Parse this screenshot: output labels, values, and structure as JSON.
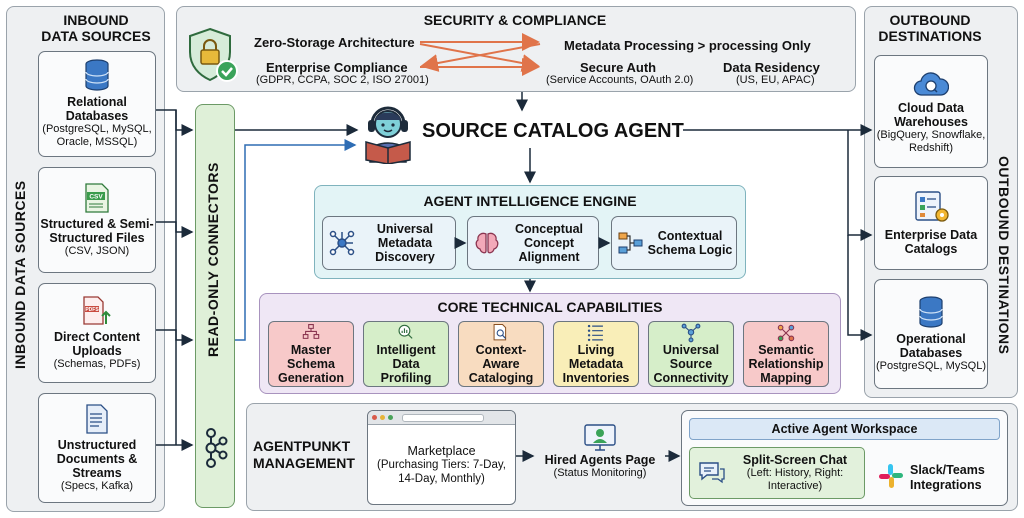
{
  "inbound": {
    "title": "INBOUND\nDATA SOURCES",
    "side_label": "INBOUND DATA SOURCES",
    "sources": [
      {
        "title": "Relational Databases",
        "detail": "(PostgreSQL, MySQL, Oracle, MSSQL)",
        "icon": "database-icon"
      },
      {
        "title": "Structured & Semi-Structured Files",
        "detail": "(CSV, JSON)",
        "icon": "csv-file-icon",
        "badge": "CSV"
      },
      {
        "title": "Direct Content Uploads",
        "detail": "(Schemas, PDFs)",
        "icon": "pdf-upload-icon",
        "badge": "PDFS"
      },
      {
        "title": "Unstructured Documents & Streams",
        "detail": "(Specs, Kafka)",
        "icon": "document-icon"
      }
    ]
  },
  "connectors": {
    "label": "READ-ONLY CONNECTORS",
    "icon": "kafka-icon"
  },
  "security": {
    "title": "SECURITY & COMPLIANCE",
    "icon": "shield-lock-icon",
    "items": {
      "zero_storage": "Zero-Storage Architecture",
      "enterprise_compliance": "Enterprise Compliance",
      "compliance_detail": "(GDPR, CCPA, SOC 2, ISO 27001)",
      "metadata_processing": "Metadata Processing > processing  Only",
      "secure_auth": "Secure Auth",
      "secure_auth_detail": "(Service Accounts, OAuth 2.0)",
      "data_residency": "Data Residency",
      "data_residency_detail": "(US, EU, APAC)"
    }
  },
  "agent": {
    "title": "SOURCE CATALOG AGENT",
    "icon": "agent-reading-icon"
  },
  "intelligence": {
    "title": "AGENT INTELLIGENCE ENGINE",
    "steps": [
      {
        "label": "Universal Metadata Discovery",
        "icon": "network-icon"
      },
      {
        "label": "Conceptual Concept Alignment",
        "icon": "brain-icon"
      },
      {
        "label": "Contextual Schema Logic",
        "icon": "schema-icon"
      }
    ]
  },
  "capabilities": {
    "title": "CORE TECHNICAL CAPABILITIES",
    "items": [
      {
        "label": "Master Schema Generation",
        "color": "#f7c9c9",
        "icon": "hierarchy-icon"
      },
      {
        "label": "Intelligent Data Profiling",
        "color": "#d6eec9",
        "icon": "magnifier-chart-icon"
      },
      {
        "label": "Context-Aware Cataloging",
        "color": "#f8dcc0",
        "icon": "search-doc-icon"
      },
      {
        "label": "Living Metadata Inventories",
        "color": "#f9eeb8",
        "icon": "list-icon"
      },
      {
        "label": "Universal Source Connectivity",
        "color": "#d6eec9",
        "icon": "nodes-icon"
      },
      {
        "label": "Semantic Relationship Mapping",
        "color": "#f7c9c9",
        "icon": "relationship-icon"
      }
    ]
  },
  "outbound": {
    "title": "OUTBOUND\nDESTINATIONS",
    "side_label": "OUTBOUND DESTINATIONS",
    "destinations": [
      {
        "title": "Cloud Data Warehouses",
        "detail": "(BigQuery, Snowflake, Redshift)",
        "icon": "cloud-icon"
      },
      {
        "title": "Enterprise Data Catalogs",
        "detail": "",
        "icon": "catalog-icon"
      },
      {
        "title": "Operational Databases",
        "detail": "(PostgreSQL, MySQL)",
        "icon": "database-icon"
      }
    ]
  },
  "management": {
    "title": "AGENTPUNKT\nMANAGEMENT",
    "marketplace": {
      "title": "Marketplace",
      "detail": "(Purchasing Tiers: 7-Day, 14-Day, Monthly)"
    },
    "hired": {
      "title": "Hired Agents Page",
      "detail": "(Status Monitoring)",
      "icon": "monitor-agent-icon"
    },
    "workspace": {
      "title": "Active Agent Workspace",
      "chat_title": "Split-Screen Chat",
      "chat_detail": "(Left: History, Right: Interactive)",
      "chat_icon": "chat-icon",
      "slack": "Slack/Teams Integrations",
      "slack_icon": "slack-icon"
    }
  },
  "colors": {
    "panel": "#eef0f2",
    "intelligence_bg": "#e3f4f6",
    "capabilities_bg": "#efe7f5",
    "arrow_orange": "#e0744a",
    "connector_green": "#dff0d8",
    "accent_blue": "#2e6db4"
  }
}
